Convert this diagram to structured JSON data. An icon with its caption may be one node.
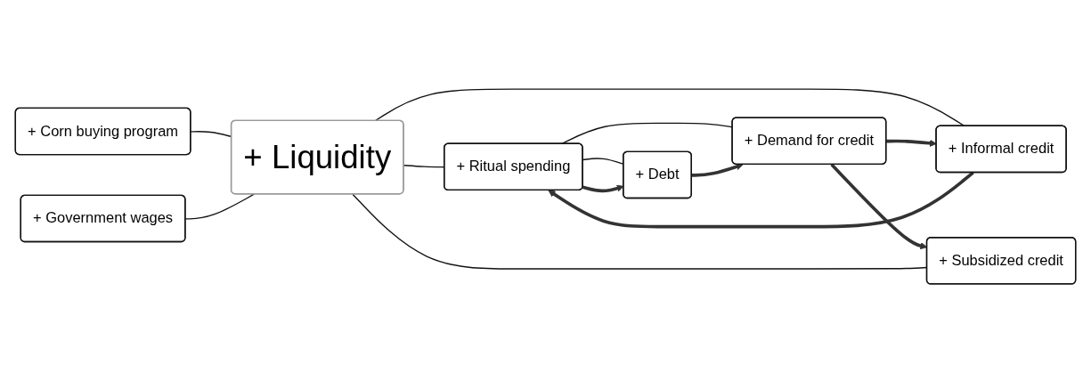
{
  "diagram": {
    "nodes": [
      {
        "text": [
          "+ Corn buying program"
        ]
      },
      {
        "text": [
          "+ Government wages"
        ]
      },
      {
        "text": [
          "+ Subsidized credit"
        ]
      },
      {
        "text": [
          "+ Liquidity"
        ]
      },
      {
        "text": [
          "+ Ritual spending"
        ]
      },
      {
        "text": [
          "+ Informal credit"
        ]
      },
      {
        "text": [
          "+ Debt"
        ]
      },
      {
        "text": [
          "+ Demand for credit"
        ]
      }
    ],
    "edges": [
      {
        "from": 0,
        "to": 3,
        "arrow": "none"
      },
      {
        "from": 1,
        "to": 3,
        "arrow": "none"
      },
      {
        "from": 2,
        "to": 3,
        "arrow": "none"
      },
      {
        "from": 3,
        "to": 4,
        "arrow": "none"
      },
      {
        "from": 3,
        "to": 5,
        "arrow": "none"
      },
      {
        "from": 4,
        "to": 6,
        "arrow": "none"
      },
      {
        "from": 4,
        "to": 7,
        "arrow": "none"
      },
      {
        "from": 4,
        "to": 6,
        "arrow": "to",
        "style": "thick"
      },
      {
        "from": 6,
        "to": 7,
        "arrow": "to",
        "style": "thick"
      },
      {
        "from": 7,
        "to": 5,
        "arrow": "to",
        "style": "thick"
      },
      {
        "from": 5,
        "to": 4,
        "arrow": "to",
        "style": "thick"
      },
      {
        "from": 7,
        "to": 2,
        "arrow": "to",
        "style": "thick"
      }
    ]
  }
}
